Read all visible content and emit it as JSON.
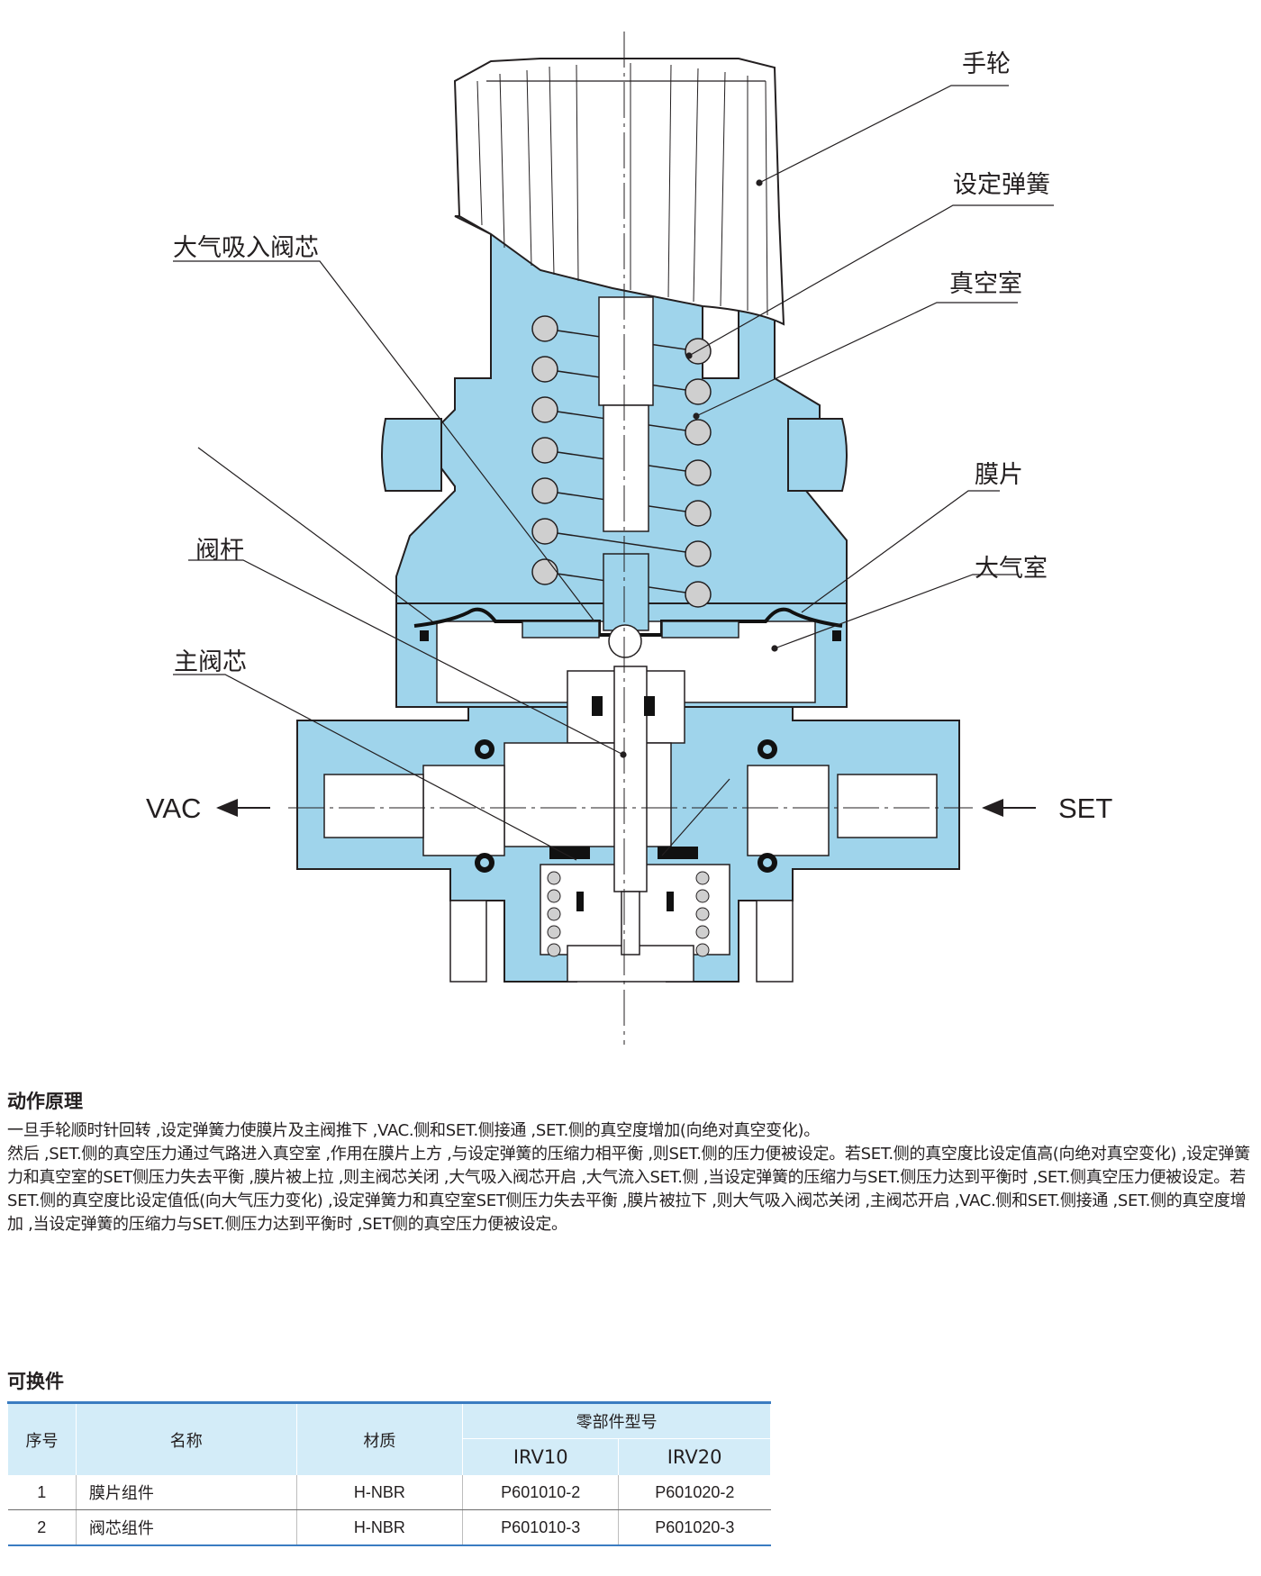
{
  "diagram": {
    "callouts": {
      "handwheel": "手轮",
      "setting_spring": "设定弹簧",
      "atm_intake_valve": "大气吸入阀芯",
      "vacuum_chamber": "真空室",
      "diaphragm": "膜片",
      "valve_stem": "阀杆",
      "atm_chamber": "大气室",
      "main_valve": "主阀芯"
    },
    "ports": {
      "vac": "VAC",
      "set": "SET"
    },
    "colors": {
      "body_fill": "#9fd4eb",
      "outline": "#231f20",
      "seal": "#111111",
      "spring": "#cfcfcf"
    }
  },
  "principle": {
    "title": "动作原理",
    "paragraphs": [
      "一旦手轮顺时针回转 ,设定弹簧力使膜片及主阀推下 ,VAC.侧和SET.侧接通 ,SET.侧的真空度增加(向绝对真空变化)。",
      "然后 ,SET.侧的真空压力通过气路进入真空室 ,作用在膜片上方 ,与设定弹簧的压缩力相平衡 ,则SET.侧的压力便被设定。若SET.侧的真空度比设定值高(向绝对真空变化) ,设定弹簧力和真空室的SET侧压力失去平衡 ,膜片被上拉 ,则主阀芯关闭 ,大气吸入阀芯开启 ,大气流入SET.侧 ,当设定弹簧的压缩力与SET.侧压力达到平衡时 ,SET.侧真空压力便被设定。若SET.侧的真空度比设定值低(向大气压力变化) ,设定弹簧力和真空室SET侧压力失去平衡 ,膜片被拉下 ,则大气吸入阀芯关闭 ,主阀芯开启 ,VAC.侧和SET.侧接通 ,SET.侧的真空度增加 ,当设定弹簧的压缩力与SET.侧压力达到平衡时 ,SET侧的真空压力便被设定。"
    ]
  },
  "parts": {
    "title": "可换件",
    "headers": {
      "no": "序号",
      "name": "名称",
      "material": "材质",
      "part_no": "零部件型号",
      "model_a": "IRV10",
      "model_b": "IRV20"
    },
    "rows": [
      {
        "no": "1",
        "name": "膜片组件",
        "material": "H-NBR",
        "a": "P601010-2",
        "b": "P601020-2"
      },
      {
        "no": "2",
        "name": "阀芯组件",
        "material": "H-NBR",
        "a": "P601010-3",
        "b": "P601020-3"
      }
    ]
  }
}
